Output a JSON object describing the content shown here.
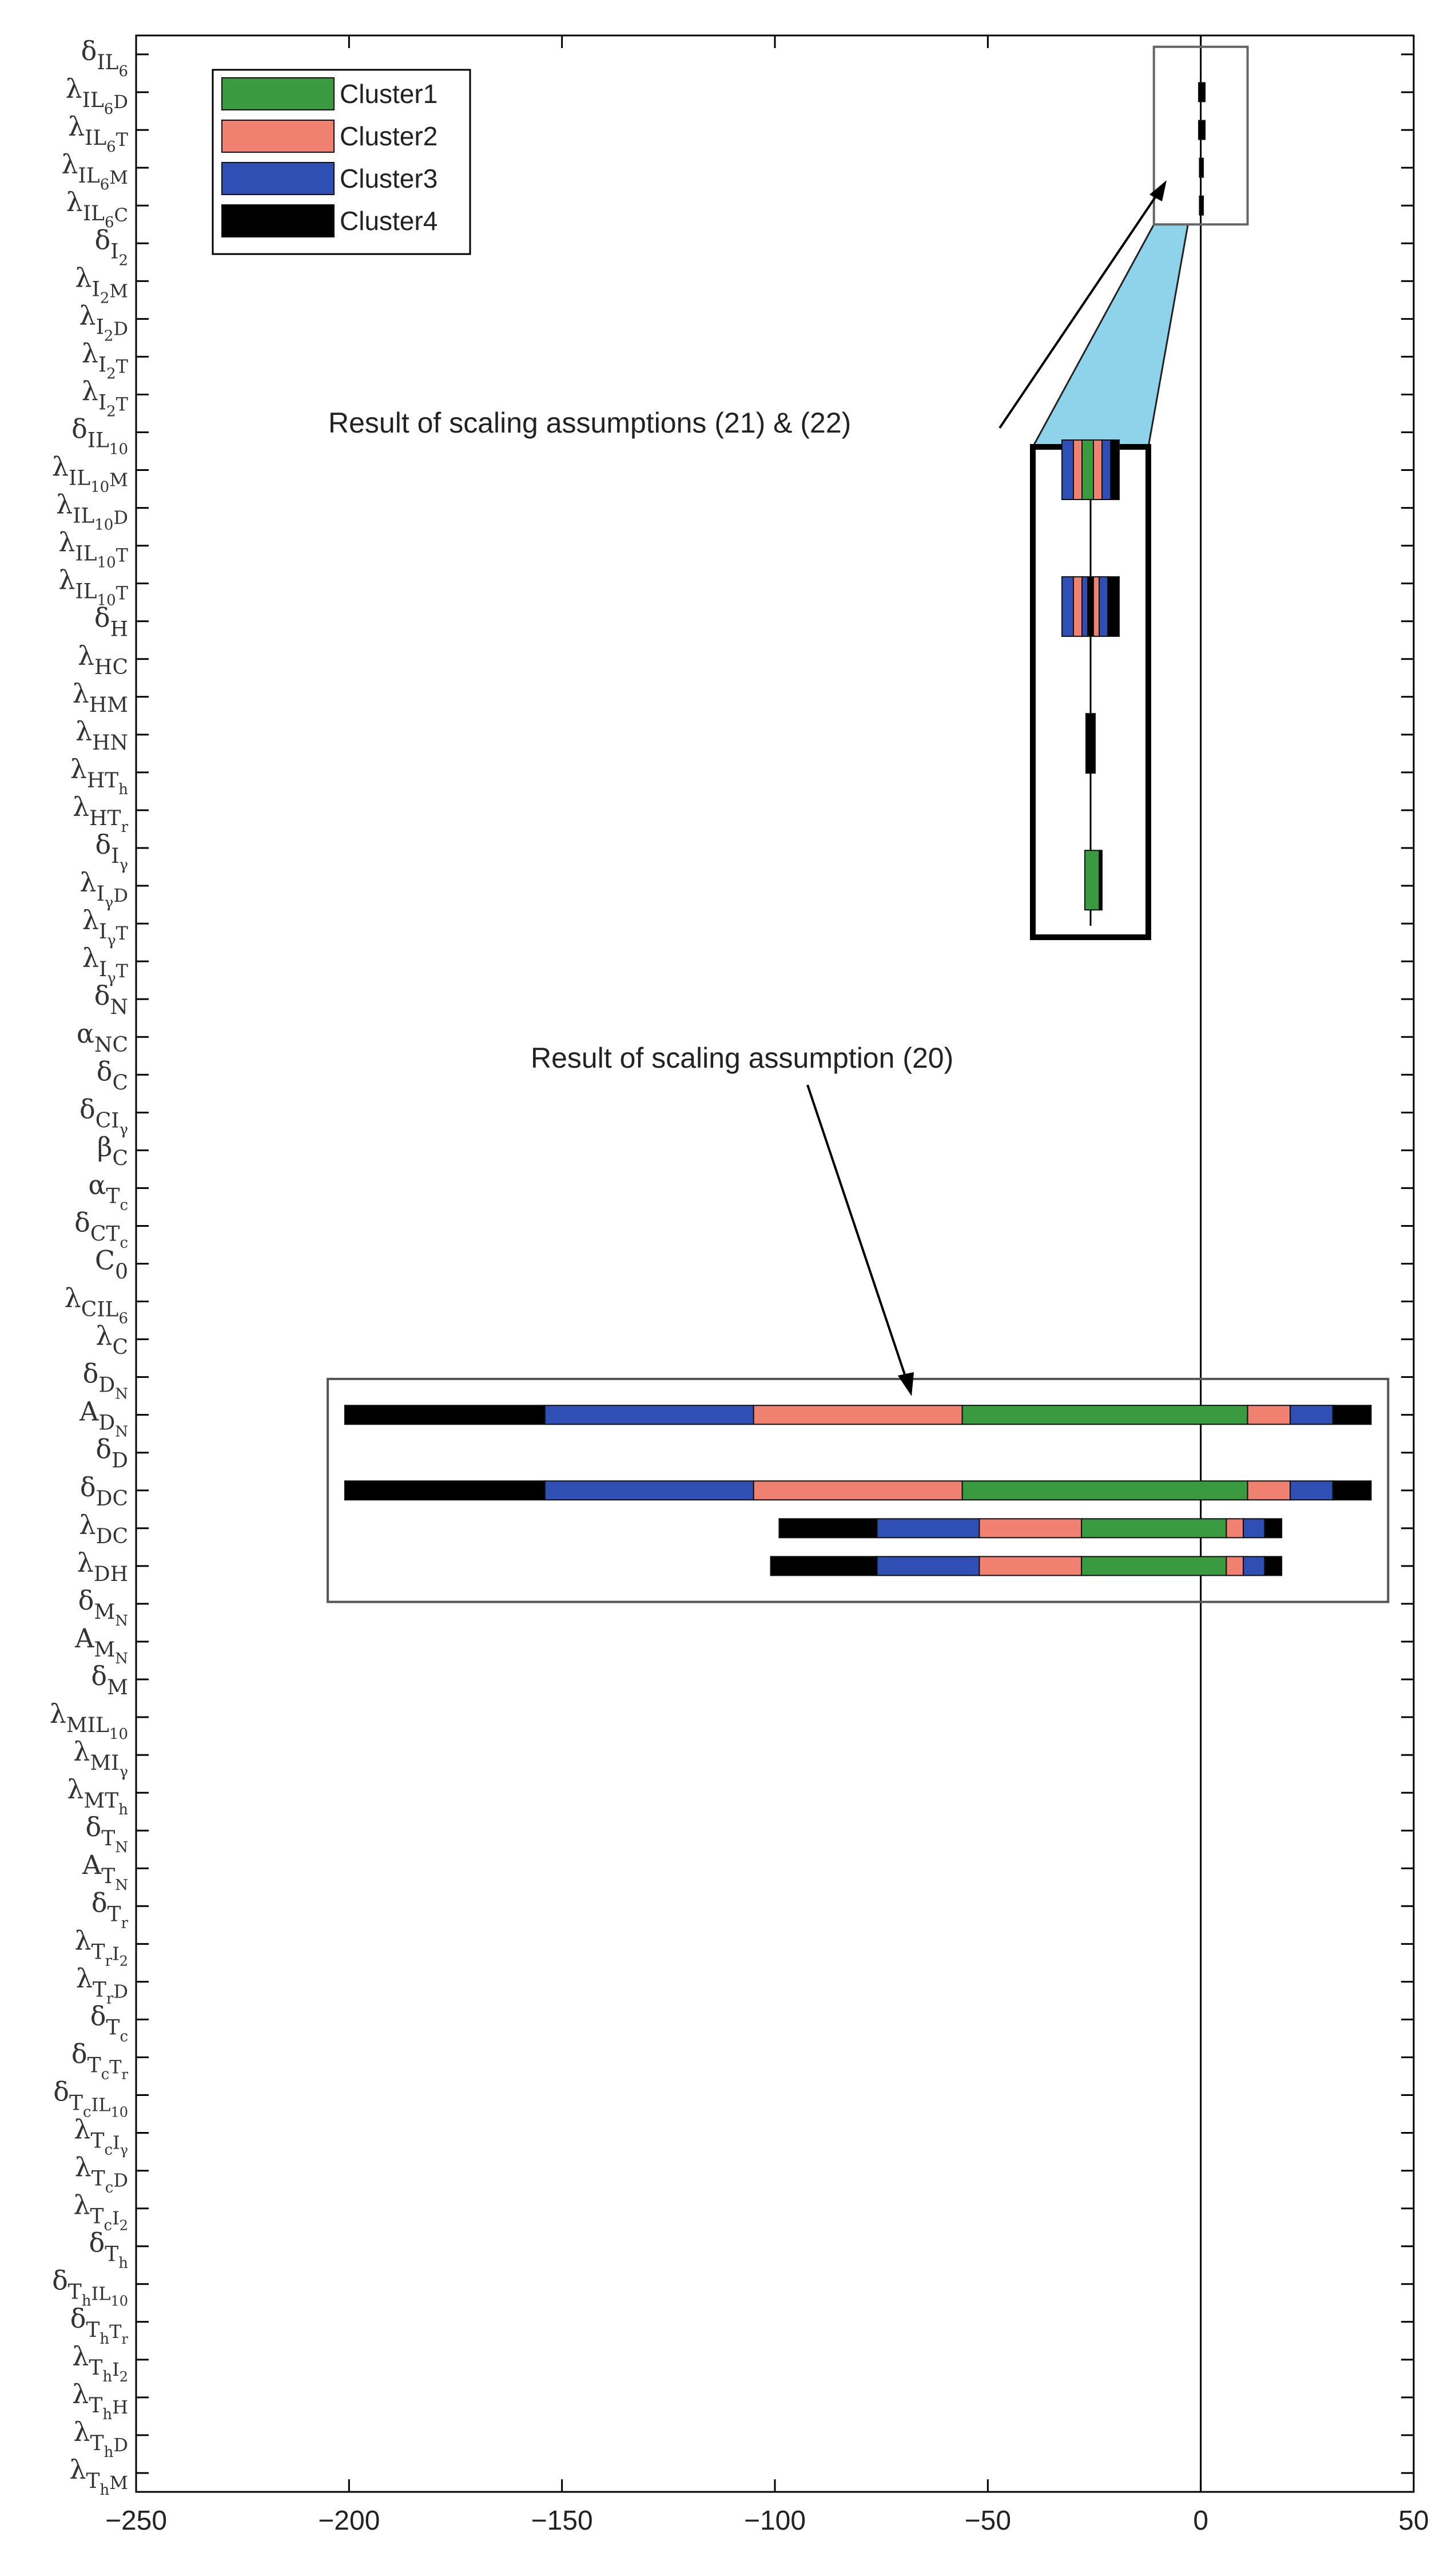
{
  "chart_data": {
    "type": "bar",
    "orientation": "horizontal",
    "stacked": true,
    "title": "",
    "xlabel": "",
    "ylabel": "",
    "xlim": [
      -250,
      50
    ],
    "x_ticks": [
      -250,
      -200,
      -150,
      -100,
      -50,
      0,
      50
    ],
    "x_tick_labels": [
      "−250",
      "−200",
      "−150",
      "−100",
      "−50",
      "0",
      "50"
    ],
    "grid": false,
    "legend_position": "top-left",
    "series": [
      {
        "name": "Cluster1",
        "color": "#3a9a3f"
      },
      {
        "name": "Cluster2",
        "color": "#f08070"
      },
      {
        "name": "Cluster3",
        "color": "#2f4fb5"
      },
      {
        "name": "Cluster4",
        "color": "#000000"
      }
    ],
    "parameters": [
      {
        "base": "δ",
        "sub": "IL",
        "subsub": "6"
      },
      {
        "base": "λ",
        "sub": "IL",
        "subsub": "6",
        "sub2": "D"
      },
      {
        "base": "λ",
        "sub": "IL",
        "subsub": "6",
        "sub2": "T"
      },
      {
        "base": "λ",
        "sub": "IL",
        "subsub": "6",
        "sub2": "M"
      },
      {
        "base": "λ",
        "sub": "IL",
        "subsub": "6",
        "sub2": "C"
      },
      {
        "base": "δ",
        "sub": "I",
        "subsub": "2"
      },
      {
        "base": "λ",
        "sub": "I",
        "subsub": "2",
        "sub2": "M"
      },
      {
        "base": "λ",
        "sub": "I",
        "subsub": "2",
        "sub2": "D"
      },
      {
        "base": "λ",
        "sub": "I",
        "subsub": "2",
        "sub2": "T"
      },
      {
        "base": "λ",
        "sub": "I",
        "subsub": "2",
        "sub2": "T"
      },
      {
        "base": "δ",
        "sub": "IL",
        "subsub": "10"
      },
      {
        "base": "λ",
        "sub": "IL",
        "subsub": "10",
        "sub2": "M"
      },
      {
        "base": "λ",
        "sub": "IL",
        "subsub": "10",
        "sub2": "D"
      },
      {
        "base": "λ",
        "sub": "IL",
        "subsub": "10",
        "sub2": "T"
      },
      {
        "base": "λ",
        "sub": "IL",
        "subsub": "10",
        "sub2": "T"
      },
      {
        "base": "δ",
        "sub": "H",
        "subsub": ""
      },
      {
        "base": "λ",
        "sub": "HC",
        "subsub": ""
      },
      {
        "base": "λ",
        "sub": "HM",
        "subsub": ""
      },
      {
        "base": "λ",
        "sub": "HN",
        "subsub": ""
      },
      {
        "base": "λ",
        "sub": "HT",
        "subsub": "h"
      },
      {
        "base": "λ",
        "sub": "HT",
        "subsub": "r"
      },
      {
        "base": "δ",
        "sub": "I",
        "subsub": "γ"
      },
      {
        "base": "λ",
        "sub": "I",
        "subsub": "γ",
        "sub2": "D"
      },
      {
        "base": "λ",
        "sub": "I",
        "subsub": "γ",
        "sub2": "T"
      },
      {
        "base": "λ",
        "sub": "I",
        "subsub": "γ",
        "sub2": "T"
      },
      {
        "base": "δ",
        "sub": "N",
        "subsub": ""
      },
      {
        "base": "α",
        "sub": "NC",
        "subsub": ""
      },
      {
        "base": "δ",
        "sub": "C",
        "subsub": ""
      },
      {
        "base": "δ",
        "sub": "CI",
        "subsub": "γ"
      },
      {
        "base": "β",
        "sub": "C",
        "subsub": ""
      },
      {
        "base": "α",
        "sub": "T",
        "subsub": "c"
      },
      {
        "base": "δ",
        "sub": "CT",
        "subsub": "c"
      },
      {
        "base": "C",
        "sub": "0",
        "subsub": ""
      },
      {
        "base": "λ",
        "sub": "CIL",
        "subsub": "6"
      },
      {
        "base": "λ",
        "sub": "C",
        "subsub": ""
      },
      {
        "base": "δ",
        "sub": "D",
        "subsub": "N"
      },
      {
        "base": "A",
        "sub": "D",
        "subsub": "N"
      },
      {
        "base": "δ",
        "sub": "D",
        "subsub": ""
      },
      {
        "base": "δ",
        "sub": "DC",
        "subsub": ""
      },
      {
        "base": "λ",
        "sub": "DC",
        "subsub": ""
      },
      {
        "base": "λ",
        "sub": "DH",
        "subsub": ""
      },
      {
        "base": "δ",
        "sub": "M",
        "subsub": "N"
      },
      {
        "base": "A",
        "sub": "M",
        "subsub": "N"
      },
      {
        "base": "δ",
        "sub": "M",
        "subsub": ""
      },
      {
        "base": "λ",
        "sub": "MIL",
        "subsub": "10"
      },
      {
        "base": "λ",
        "sub": "MI",
        "subsub": "γ"
      },
      {
        "base": "λ",
        "sub": "MT",
        "subsub": "h"
      },
      {
        "base": "δ",
        "sub": "T",
        "subsub": "N"
      },
      {
        "base": "A",
        "sub": "T",
        "subsub": "N"
      },
      {
        "base": "δ",
        "sub": "T",
        "subsub": "r"
      },
      {
        "base": "λ",
        "sub": "T",
        "subsub": "r",
        "sub2": "I",
        "sub2sub": "2"
      },
      {
        "base": "λ",
        "sub": "T",
        "subsub": "r",
        "sub2": "D"
      },
      {
        "base": "δ",
        "sub": "T",
        "subsub": "c"
      },
      {
        "base": "δ",
        "sub": "T",
        "subsub": "c",
        "sub2": "T",
        "sub2sub": "r"
      },
      {
        "base": "δ",
        "sub": "T",
        "subsub": "c",
        "sub2": "IL",
        "sub2sub": "10"
      },
      {
        "base": "λ",
        "sub": "T",
        "subsub": "c",
        "sub2": "I",
        "sub2sub": "γ"
      },
      {
        "base": "λ",
        "sub": "T",
        "subsub": "c",
        "sub2": "D"
      },
      {
        "base": "λ",
        "sub": "T",
        "subsub": "c",
        "sub2": "I",
        "sub2sub": "2"
      },
      {
        "base": "δ",
        "sub": "T",
        "subsub": "h"
      },
      {
        "base": "δ",
        "sub": "T",
        "subsub": "h",
        "sub2": "IL",
        "sub2sub": "10"
      },
      {
        "base": "δ",
        "sub": "T",
        "subsub": "h",
        "sub2": "T",
        "sub2sub": "r"
      },
      {
        "base": "λ",
        "sub": "T",
        "subsub": "h",
        "sub2": "I",
        "sub2sub": "2"
      },
      {
        "base": "λ",
        "sub": "T",
        "subsub": "h",
        "sub2": "H"
      },
      {
        "base": "λ",
        "sub": "T",
        "subsub": "h",
        "sub2": "D"
      },
      {
        "base": "λ",
        "sub": "T",
        "subsub": "h",
        "sub2": "M"
      }
    ],
    "bars": [
      {
        "row": 1,
        "segments": [
          [
            -0.5,
            1,
            "#000000"
          ]
        ]
      },
      {
        "row": 2,
        "segments": [
          [
            -0.5,
            1,
            "#000000"
          ]
        ]
      },
      {
        "row": 3,
        "segments": [
          [
            -0.3,
            0.6,
            "#000000"
          ]
        ]
      },
      {
        "row": 4,
        "segments": [
          [
            -0.3,
            0.6,
            "#000000"
          ]
        ]
      },
      {
        "row": 36,
        "segments": [
          [
            -201,
            -154,
            "#000000"
          ],
          [
            -154,
            -105,
            "#2f4fb5"
          ],
          [
            -105,
            -56,
            "#f08070"
          ],
          [
            -56,
            11,
            "#3a9a3f"
          ],
          [
            11,
            21,
            "#f08070"
          ],
          [
            21,
            31,
            "#2f4fb5"
          ],
          [
            31,
            40,
            "#000000"
          ]
        ]
      },
      {
        "row": 38,
        "segments": [
          [
            -201,
            -154,
            "#000000"
          ],
          [
            -154,
            -105,
            "#2f4fb5"
          ],
          [
            -105,
            -56,
            "#f08070"
          ],
          [
            -56,
            11,
            "#3a9a3f"
          ],
          [
            11,
            21,
            "#f08070"
          ],
          [
            21,
            31,
            "#2f4fb5"
          ],
          [
            31,
            40,
            "#000000"
          ]
        ]
      },
      {
        "row": 39,
        "segments": [
          [
            -99,
            -76,
            "#000000"
          ],
          [
            -76,
            -52,
            "#2f4fb5"
          ],
          [
            -52,
            -28,
            "#f08070"
          ],
          [
            -28,
            6,
            "#3a9a3f"
          ],
          [
            6,
            10,
            "#f08070"
          ],
          [
            10,
            15,
            "#2f4fb5"
          ],
          [
            15,
            19,
            "#000000"
          ]
        ]
      },
      {
        "row": 40,
        "segments": [
          [
            -101,
            -76,
            "#000000"
          ],
          [
            -76,
            -52,
            "#2f4fb5"
          ],
          [
            -52,
            -28,
            "#f08070"
          ],
          [
            -28,
            6,
            "#3a9a3f"
          ],
          [
            6,
            10,
            "#f08070"
          ],
          [
            10,
            15,
            "#2f4fb5"
          ],
          [
            15,
            19,
            "#000000"
          ]
        ]
      }
    ],
    "zoom_inset": {
      "bars": [
        {
          "row": 0,
          "segments": [
            [
              -5,
              -3,
              "#2f4fb5"
            ],
            [
              -3,
              -1.5,
              "#f08070"
            ],
            [
              -1.5,
              0.5,
              "#3a9a3f"
            ],
            [
              0.5,
              2,
              "#f08070"
            ],
            [
              2,
              3.5,
              "#2f4fb5"
            ],
            [
              3.5,
              5,
              "#000000"
            ]
          ]
        },
        {
          "row": 4,
          "segments": [
            [
              -5,
              -3,
              "#2f4fb5"
            ],
            [
              -3,
              -1.5,
              "#f08070"
            ],
            [
              -1.5,
              -0.5,
              "#2f4fb5"
            ],
            [
              -0.5,
              0.5,
              "#000000"
            ],
            [
              0.5,
              1.5,
              "#f08070"
            ],
            [
              1.5,
              3,
              "#2f4fb5"
            ],
            [
              3,
              5,
              "#000000"
            ]
          ]
        },
        {
          "row": 8,
          "segments": [
            [
              -0.8,
              0.8,
              "#000000"
            ]
          ]
        },
        {
          "row": 12,
          "segments": [
            [
              -1,
              1.5,
              "#3a9a3f"
            ],
            [
              1.5,
              2,
              "#000000"
            ]
          ]
        }
      ]
    },
    "annotations": [
      {
        "text": "Result of scaling assumptions (21) & (22)"
      },
      {
        "text": "Result of scaling assumption (20)"
      }
    ]
  }
}
